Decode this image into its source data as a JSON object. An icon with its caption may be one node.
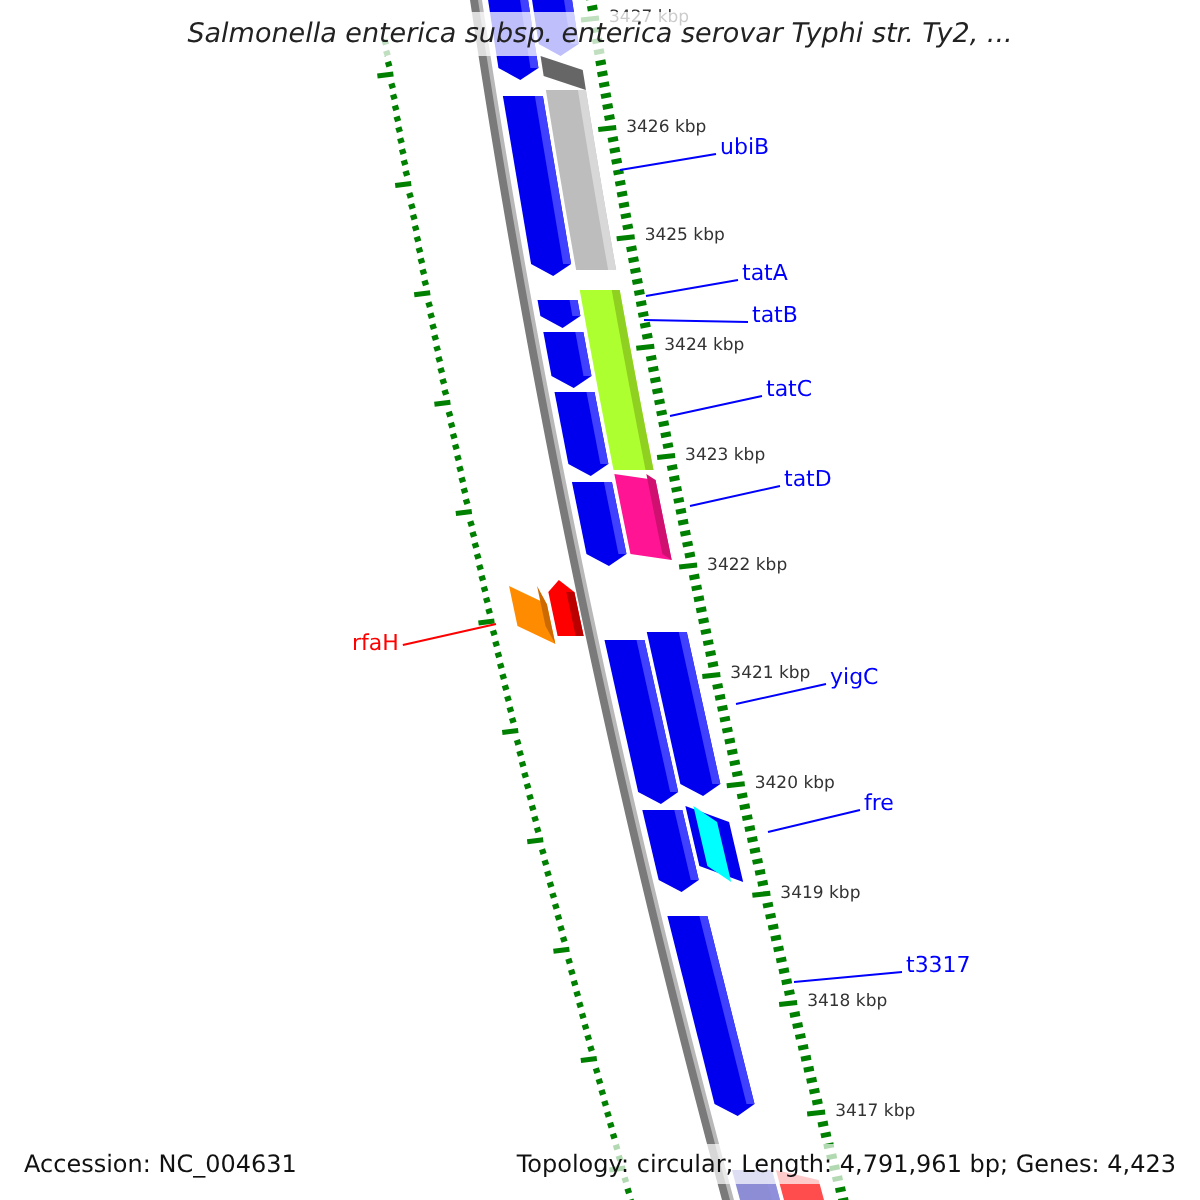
{
  "diagram": {
    "title": "Salmonella enterica subsp. enterica serovar Typhi str. Ty2, ...",
    "nodes": [
      {
        "text": [
          "ubiB"
        ]
      },
      {
        "text": [
          "tatA"
        ]
      },
      {
        "text": [
          "tatB"
        ]
      },
      {
        "text": [
          "tatC"
        ]
      },
      {
        "text": [
          "tatD"
        ]
      },
      {
        "text": [
          "rfaH"
        ]
      },
      {
        "text": [
          "yigC"
        ]
      },
      {
        "text": [
          "fre"
        ]
      },
      {
        "text": [
          "t3317"
        ]
      }
    ],
    "edges": [
      {
        "from": 0,
        "to": null,
        "arrow": "none"
      },
      {
        "from": 1,
        "to": null,
        "arrow": "none"
      },
      {
        "from": 2,
        "to": null,
        "arrow": "none"
      },
      {
        "from": 3,
        "to": null,
        "arrow": "none"
      },
      {
        "from": 4,
        "to": null,
        "arrow": "none"
      },
      {
        "from": 5,
        "to": null,
        "arrow": "none",
        "color": "#ff0000"
      },
      {
        "from": 6,
        "to": null,
        "arrow": "none"
      },
      {
        "from": 7,
        "to": null,
        "arrow": "none"
      },
      {
        "from": 8,
        "to": null,
        "arrow": "none"
      }
    ],
    "labels": [
      "3427 kbp",
      "3426 kbp",
      "3425 kbp",
      "3424 kbp",
      "3423 kbp",
      "3422 kbp",
      "3421 kbp",
      "3420 kbp",
      "3419 kbp",
      "3418 kbp",
      "3417 kbp",
      "Accession: NC_004631",
      "Topology: circular; Length: 4,791,961 bp; Genes: 4,423"
    ]
  }
}
